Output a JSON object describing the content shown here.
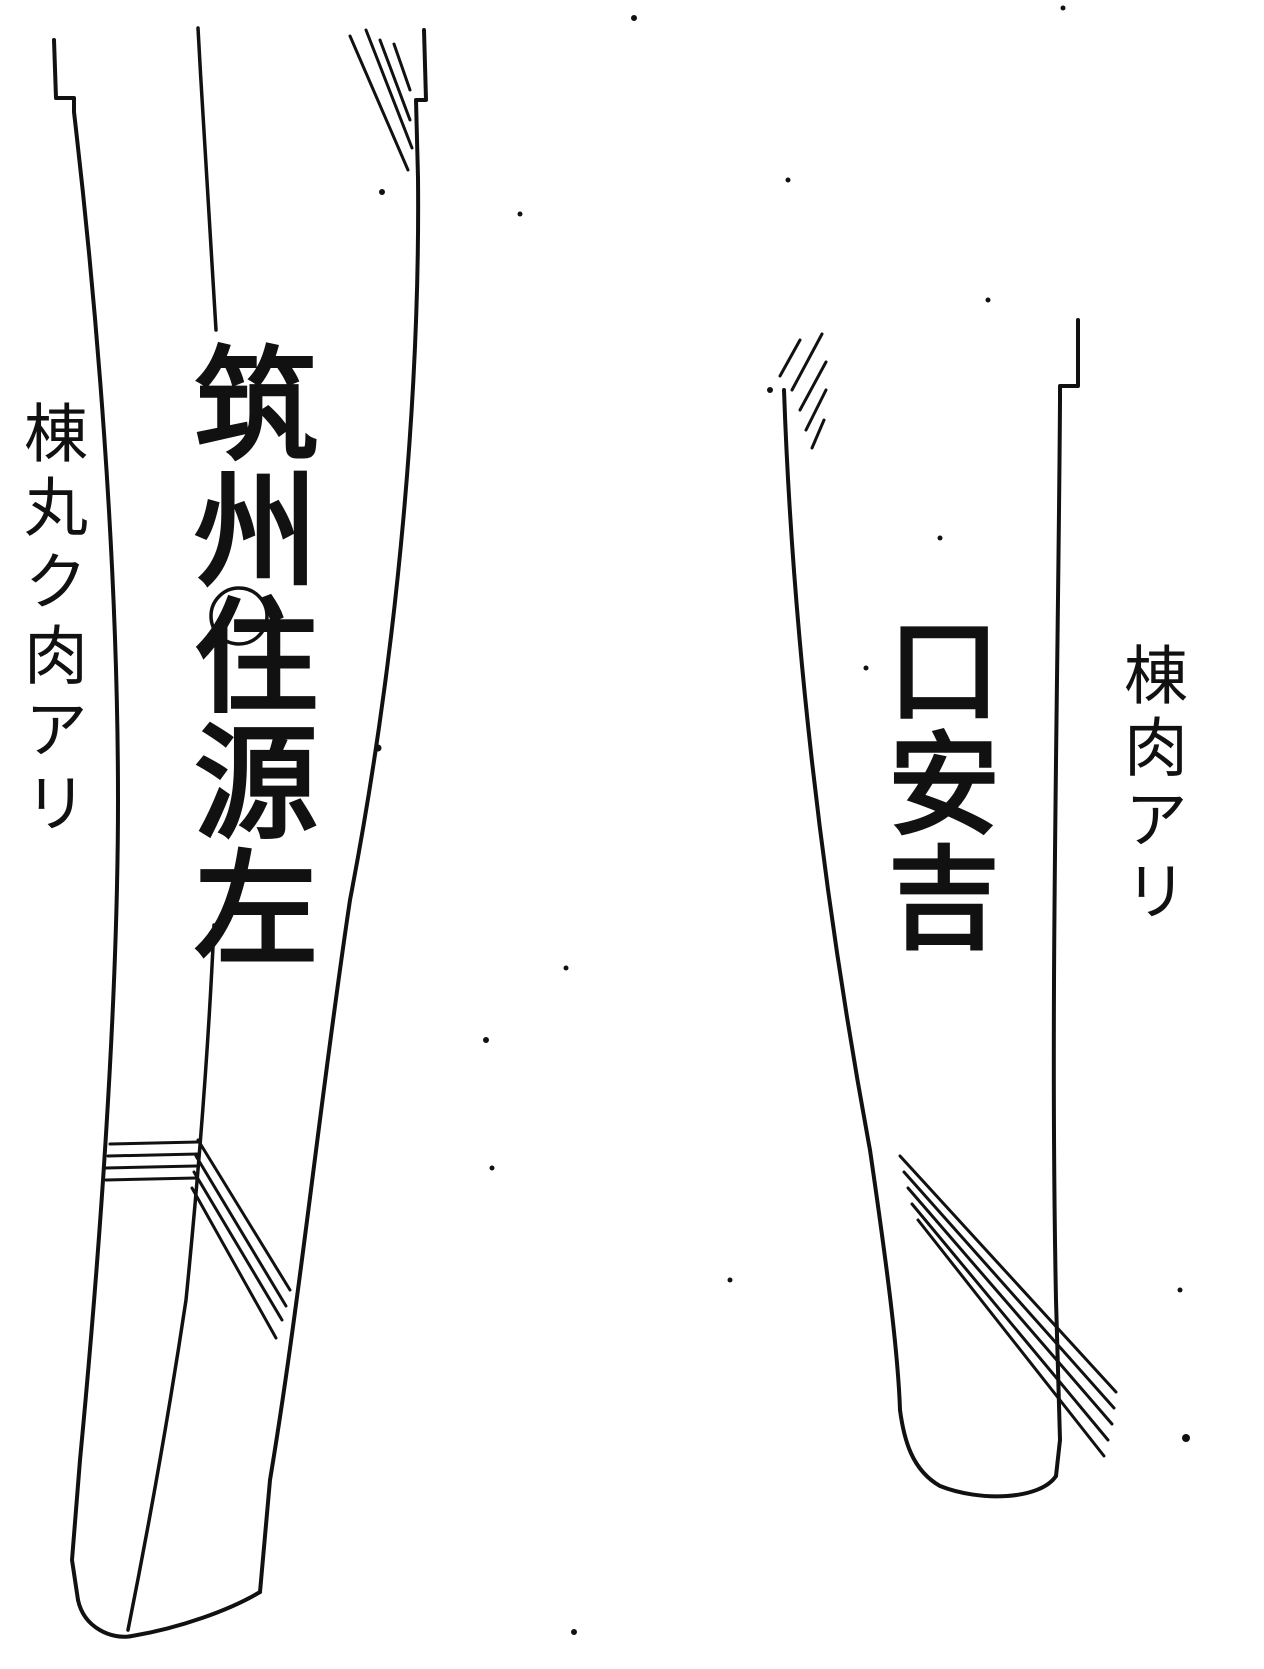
{
  "left_blade": {
    "signature": "筑州住源左",
    "note": "棟丸ク肉アリ"
  },
  "right_blade": {
    "signature": "口安吉",
    "note": "棟肉アリ"
  },
  "ink_color": "#111111"
}
